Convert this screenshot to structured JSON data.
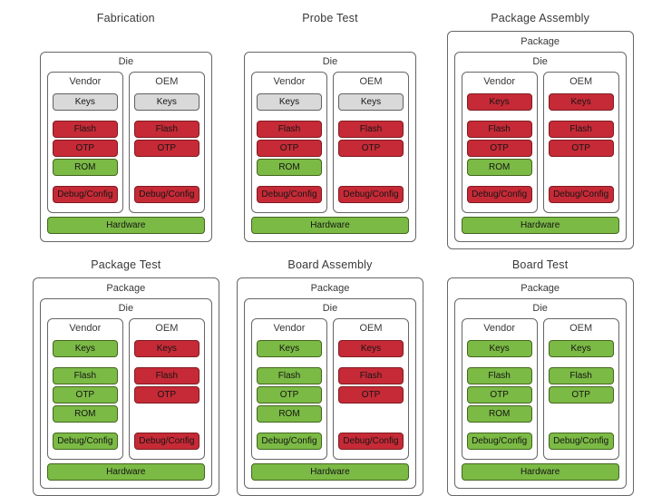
{
  "labels": {
    "package": "Package",
    "die": "Die",
    "vendor": "Vendor",
    "oem": "OEM",
    "keys": "Keys",
    "flash": "Flash",
    "otp": "OTP",
    "rom": "ROM",
    "debug": "Debug/Config",
    "hardware": "Hardware"
  },
  "colors": {
    "red": "#c62a36",
    "red_border": "#7e1c22",
    "green": "#7bba45",
    "green_border": "#44661f",
    "gray": "#d9d9d9",
    "gray_border": "#616161"
  },
  "panels": [
    {
      "title": "Fabrication",
      "has_package": false,
      "states": {
        "vendor": {
          "keys": "gray",
          "flash": "red",
          "otp": "red",
          "rom": "green",
          "debug": "red"
        },
        "oem": {
          "keys": "gray",
          "flash": "red",
          "otp": "red",
          "debug": "red"
        },
        "hardware": "green"
      }
    },
    {
      "title": "Probe Test",
      "has_package": false,
      "states": {
        "vendor": {
          "keys": "gray",
          "flash": "red",
          "otp": "red",
          "rom": "green",
          "debug": "red"
        },
        "oem": {
          "keys": "gray",
          "flash": "red",
          "otp": "red",
          "debug": "red"
        },
        "hardware": "green"
      }
    },
    {
      "title": "Package Assembly",
      "has_package": true,
      "states": {
        "vendor": {
          "keys": "red",
          "flash": "red",
          "otp": "red",
          "rom": "green",
          "debug": "red"
        },
        "oem": {
          "keys": "red",
          "flash": "red",
          "otp": "red",
          "debug": "red"
        },
        "hardware": "green"
      }
    },
    {
      "title": "Package Test",
      "has_package": true,
      "states": {
        "vendor": {
          "keys": "green",
          "flash": "green",
          "otp": "green",
          "rom": "green",
          "debug": "green"
        },
        "oem": {
          "keys": "red",
          "flash": "red",
          "otp": "red",
          "debug": "red"
        },
        "hardware": "green"
      }
    },
    {
      "title": "Board Assembly",
      "has_package": true,
      "states": {
        "vendor": {
          "keys": "green",
          "flash": "green",
          "otp": "green",
          "rom": "green",
          "debug": "green"
        },
        "oem": {
          "keys": "red",
          "flash": "red",
          "otp": "red",
          "debug": "red"
        },
        "hardware": "green"
      }
    },
    {
      "title": "Board Test",
      "has_package": true,
      "states": {
        "vendor": {
          "keys": "green",
          "flash": "green",
          "otp": "green",
          "rom": "green",
          "debug": "green"
        },
        "oem": {
          "keys": "green",
          "flash": "green",
          "otp": "green",
          "debug": "green"
        },
        "hardware": "green"
      }
    }
  ]
}
